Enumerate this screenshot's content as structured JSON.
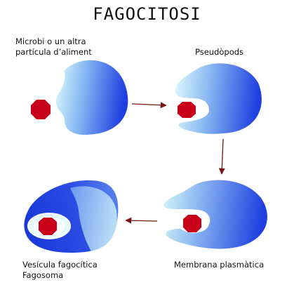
{
  "title": "FAGOCITOSI",
  "labels": {
    "step1_line1": "Microbi o un altra",
    "step1_line2": "partícula d’aliment",
    "step2": "Pseudòpods",
    "step3": "Membrana plasmàtica",
    "step4_line1": "Vesícula fagocítica",
    "step4_line2": "Fagosoma"
  },
  "colors": {
    "cell_dark": "#1f3fe0",
    "cell_light": "#d9fbfb",
    "pseudopod": "#c6f4f4",
    "particle": "#c8001a",
    "arrow": "#7a1416"
  }
}
